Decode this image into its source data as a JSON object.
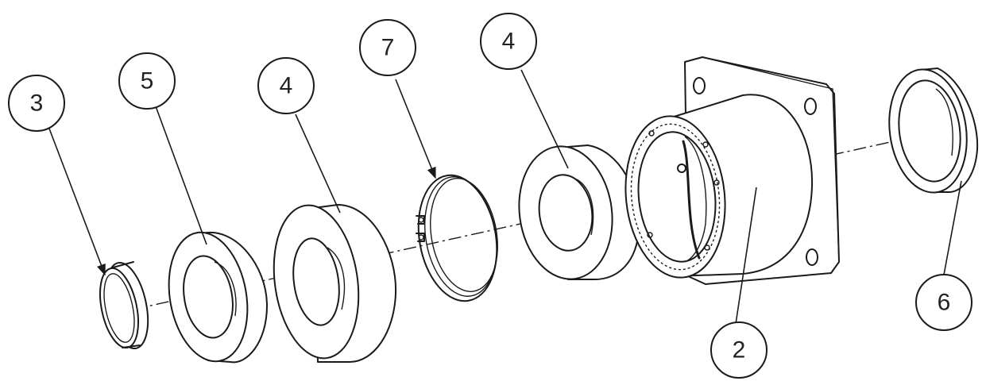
{
  "diagram": {
    "balloons": [
      {
        "id": "b3",
        "label": "3"
      },
      {
        "id": "b5",
        "label": "5"
      },
      {
        "id": "b4a",
        "label": "4"
      },
      {
        "id": "b7",
        "label": "7"
      },
      {
        "id": "b4b",
        "label": "4"
      },
      {
        "id": "b6",
        "label": "6"
      },
      {
        "id": "b2",
        "label": "2"
      }
    ]
  },
  "colors": {
    "line": "#1a1a1a",
    "background": "#ffffff"
  }
}
